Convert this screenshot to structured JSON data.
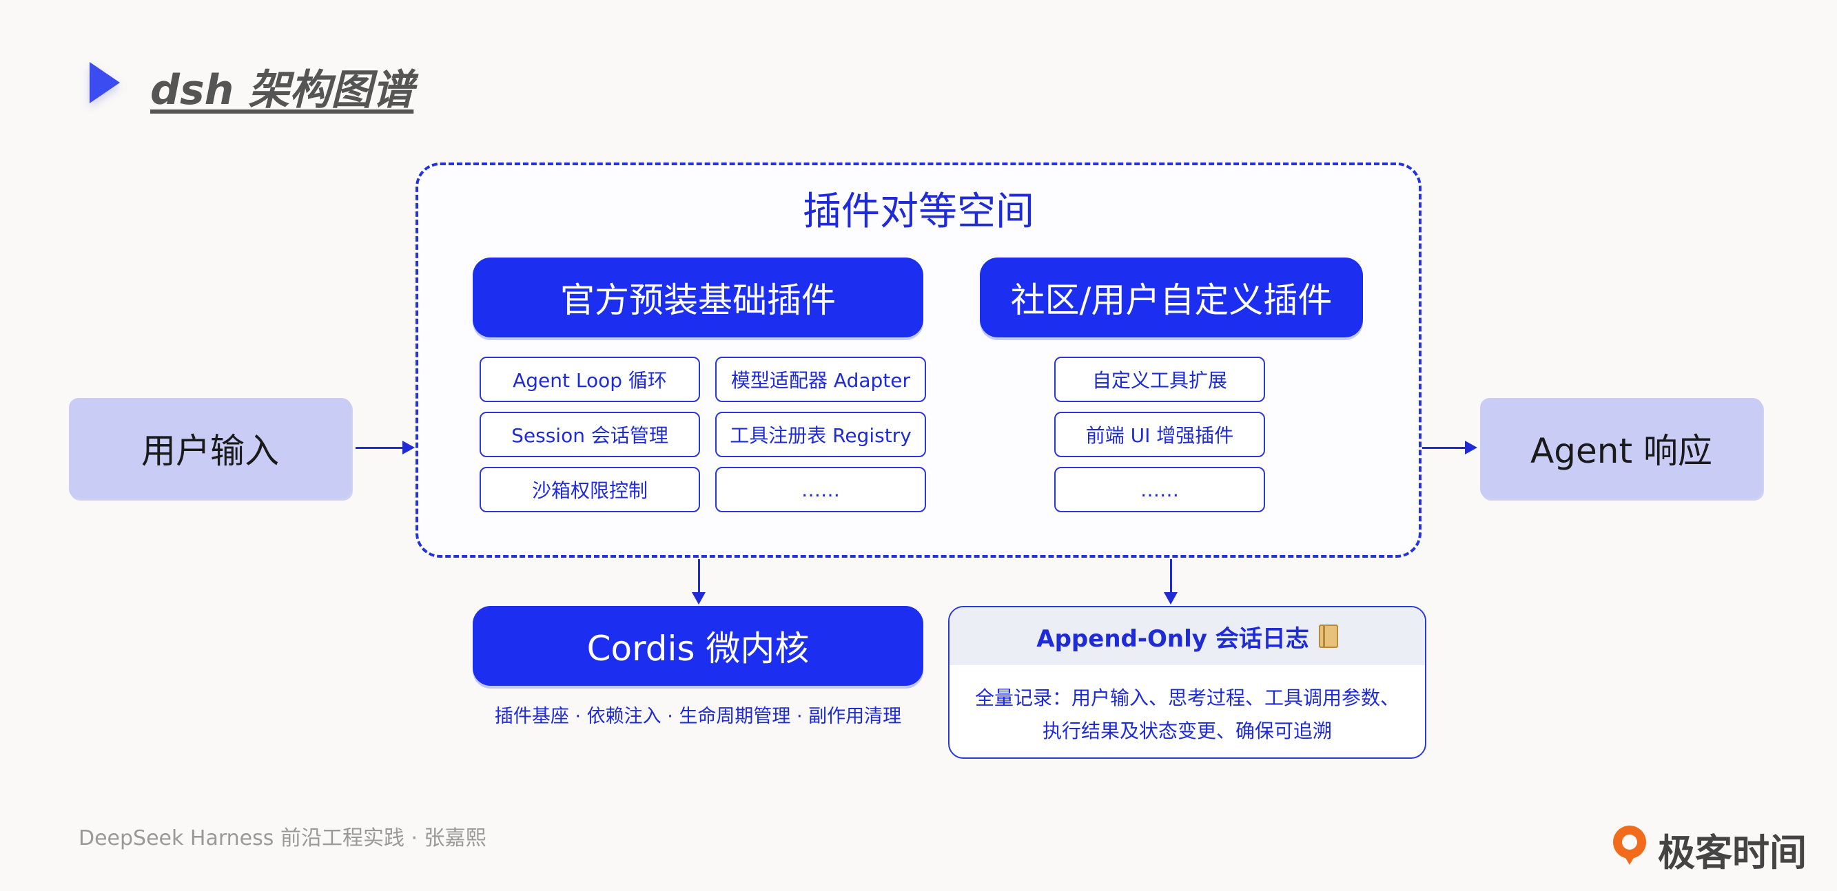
{
  "header": {
    "title": "dsh 架构图谱"
  },
  "input_box": {
    "label": "用户输入"
  },
  "output_box": {
    "label": "Agent 响应"
  },
  "plugin_space": {
    "title": "插件对等空间",
    "official": {
      "title": "官方预装基础插件",
      "items": [
        "Agent Loop 循环",
        "模型适配器 Adapter",
        "Session 会话管理",
        "工具注册表 Registry",
        "沙箱权限控制",
        "……"
      ]
    },
    "community": {
      "title": "社区/用户自定义插件",
      "items": [
        "自定义工具扩展",
        "前端 UI 增强插件",
        "……"
      ]
    }
  },
  "kernel": {
    "title": "Cordis 微内核",
    "description": "插件基座 · 依赖注入 · 生命周期管理 · 副作用清理"
  },
  "log": {
    "title": "Append-Only 会话日志",
    "icon": "book-icon",
    "line1": "全量记录：用户输入、思考过程、工具调用参数、",
    "line2": "执行结果及状态变更、确保可追溯"
  },
  "footer": {
    "text": "DeepSeek Harness 前沿工程实践 · 张嘉熙",
    "brand": "极客时间"
  },
  "colors": {
    "accent": "#1c2ef0",
    "side_box": "#c9cdf6",
    "background": "#faf9f8"
  }
}
